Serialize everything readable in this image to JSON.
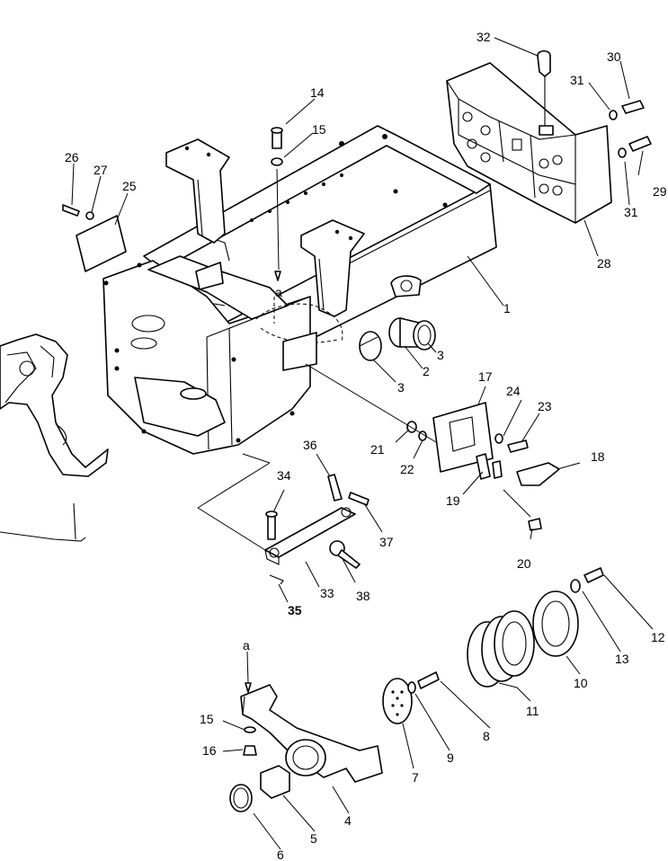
{
  "labels": {
    "p1": "1",
    "p2": "2",
    "p3a": "3",
    "p3b": "3",
    "p4": "4",
    "p5": "5",
    "p6": "6",
    "p7": "7",
    "p8": "8",
    "p9": "9",
    "p10": "10",
    "p11": "11",
    "p12": "12",
    "p13": "13",
    "p14": "14",
    "p15a": "15",
    "p15b": "15",
    "p16": "16",
    "p17": "17",
    "p18": "18",
    "p19": "19",
    "p20": "20",
    "p21": "21",
    "p22": "22",
    "p23": "23",
    "p24": "24",
    "p25": "25",
    "p26": "26",
    "p27": "27",
    "p28": "28",
    "p29": "29",
    "p30": "30",
    "p31a": "31",
    "p31b": "31",
    "p32": "32",
    "p33": "33",
    "p34": "34",
    "p35": "35",
    "p36": "36",
    "p37": "37",
    "p38": "38",
    "ref_a_top": "a",
    "ref_a_bottom": "a"
  }
}
